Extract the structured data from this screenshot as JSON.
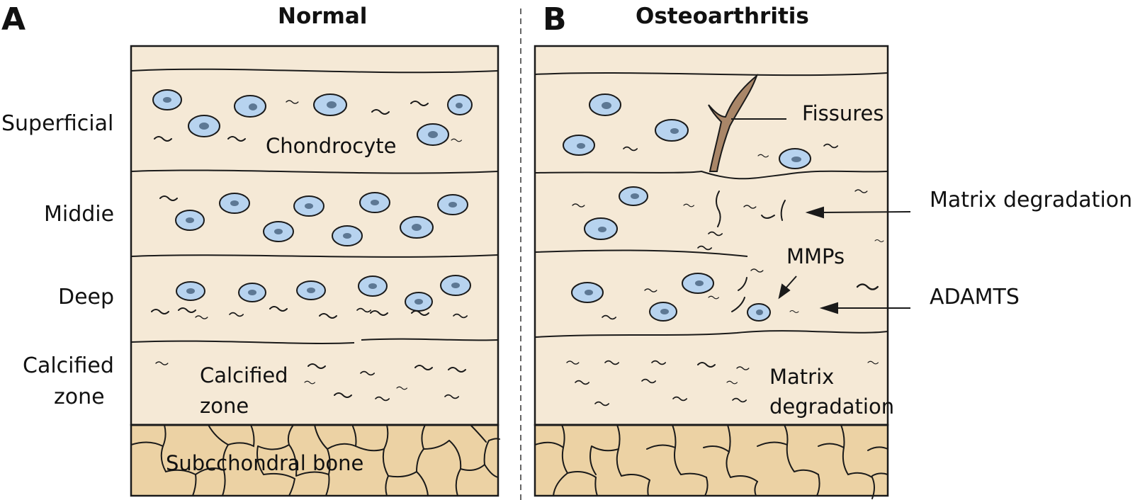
{
  "panel_a": {
    "letter": "A",
    "title": "Normal",
    "zones": [
      "Superficial",
      "Middie",
      "Deep",
      "Calcified",
      "zone"
    ],
    "labels": {
      "chondrocyte": "Chondrocyte",
      "calcified_1": "Calcified",
      "calcified_2": "zone",
      "bone": "Subcchondral bone"
    }
  },
  "panel_b": {
    "letter": "B",
    "title": "Osteoarthritis",
    "labels": {
      "fissures": "Fissures",
      "mmps": "MMPs",
      "matrix_1": "Matrix",
      "matrix_2": "degradation"
    },
    "side_labels": {
      "matrix_degradation": "Matrix degradation",
      "adamts": "ADAMTS"
    }
  },
  "colors": {
    "cartilage": "#f5e9d6",
    "bone": "#ecd2a4",
    "cell_fill": "#b7d3ef",
    "nucleus": "#5d7894",
    "fissure": "#a98668",
    "outline": "#1a1a1a"
  }
}
